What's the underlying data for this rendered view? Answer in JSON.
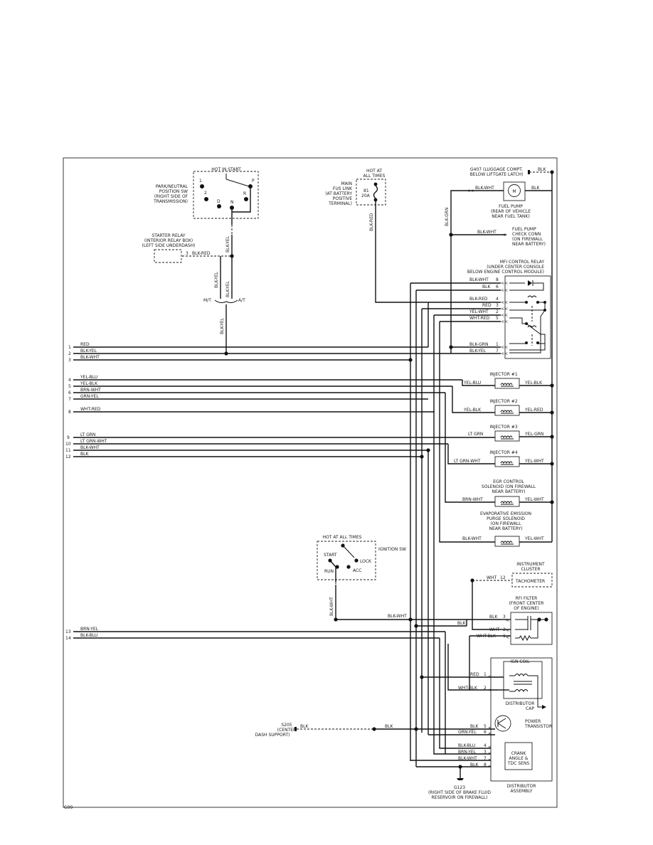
{
  "park_neutral": {
    "hot_label": "HOT IN START",
    "name": [
      "PARK/NEUTRAL",
      "POSITION SW",
      "(RIGHT SIDE OF",
      "TRANSMISSION)"
    ],
    "positions": [
      "P",
      "R",
      "N",
      "D",
      "2",
      "1"
    ]
  },
  "main_fuse": {
    "hot_label": [
      "HOT AT",
      "ALL TIMES"
    ],
    "name": [
      "MAIN",
      "FUS LINK",
      "(AT BATTERY",
      "POSITIVE",
      "TERMINAL)"
    ],
    "fuse_no": "81",
    "rating": "20A"
  },
  "ground_g407": [
    "G407 (LUGGAGE COMPT.",
    "BELOW LIFTGATE LATCH)"
  ],
  "fuel_pump": {
    "motor_symbol": "M",
    "name": [
      "FUEL PUMP",
      "(REAR OF VEHICLE",
      "NEAR FUEL TANK)"
    ]
  },
  "fuel_pump_check": [
    "FUEL PUMP",
    "CHECK CONN",
    "(ON FIREWALL",
    "NEAR BATTERY)"
  ],
  "starter_relay": {
    "name": [
      "STARTER RELAY",
      "(INTERIOR RELAY BOX)",
      "(LEFT SIDE UNDERDASH)"
    ],
    "pin": "3",
    "wire": "BLK-RED"
  },
  "trans": {
    "mt": "M/T",
    "at": "A/T"
  },
  "mfi_relay": {
    "name": [
      "MFI CONTROL RELAY",
      "(UNDER CENTER CONSOLE",
      "BELOW ENGINE CONTROL MODULE)"
    ],
    "pins": [
      {
        "wire": "BLK-WHT",
        "pin": "8"
      },
      {
        "wire": "BLK",
        "pin": "6"
      },
      {
        "wire": "BLK-RED",
        "pin": "4"
      },
      {
        "wire": "RED",
        "pin": "3"
      },
      {
        "wire": "YEL-WHT",
        "pin": "2"
      },
      {
        "wire": "WHT-RED",
        "pin": "5"
      },
      {
        "wire": "BLK-GRN",
        "pin": "1"
      },
      {
        "wire": "BLK-YEL",
        "pin": "7"
      }
    ]
  },
  "terminals": [
    {
      "n": "1",
      "wire": "RED"
    },
    {
      "n": "2",
      "wire": "BLK-YEL"
    },
    {
      "n": "3",
      "wire": "BLK-WHT"
    },
    {
      "n": "4",
      "wire": "YEL-BLU"
    },
    {
      "n": "5",
      "wire": "YEL-BLK"
    },
    {
      "n": "6",
      "wire": "BRN-WHT"
    },
    {
      "n": "7",
      "wire": "GRN-YEL"
    },
    {
      "n": "8",
      "wire": "WHT-RED"
    },
    {
      "n": "9",
      "wire": "LT GRN"
    },
    {
      "n": "10",
      "wire": "LT GRN-WHT"
    },
    {
      "n": "11",
      "wire": "BLK-WHT"
    },
    {
      "n": "12",
      "wire": "BLK"
    },
    {
      "n": "13",
      "wire": "BRN-YEL"
    },
    {
      "n": "14",
      "wire": "BLK-BLU"
    }
  ],
  "injectors": [
    {
      "name": [
        "INJECTOR #1"
      ],
      "left": "YEL-BLU",
      "right": "YEL-BLK"
    },
    {
      "name": [
        "INJECTOR #2"
      ],
      "left": "YEL-BLK",
      "right": "YEL-RED"
    },
    {
      "name": [
        "INJECTOR #3"
      ],
      "left": "LT GRN",
      "right": "YEL-GRN"
    },
    {
      "name": [
        "INJECTOR #4"
      ],
      "left": "LT GRN-WHT",
      "right": "YEL-WHT"
    },
    {
      "name": [
        "EGR CONTROL",
        "SOLENOID (ON FIREWALL",
        "NEAR BATTERY)"
      ],
      "left": "BRN-WHT",
      "right": "YEL-WHT"
    },
    {
      "name": [
        "EVAPORATIVE EMISSION",
        "PURGE SOLENOID",
        "(ON FIREWALL",
        "NEAR BATTERY)"
      ],
      "left": "BLK-WHT",
      "right": "YEL-WHT"
    }
  ],
  "ignition_sw": {
    "hot_label": "HOT AT ALL TIMES",
    "name": "IGNITION SW",
    "positions": [
      "START",
      "LOCK",
      "RUN",
      "ACC"
    ]
  },
  "instrument_cluster": {
    "name": [
      "INSTRUMENT",
      "CLUSTER"
    ],
    "wire": "WHT",
    "pin": "12",
    "device": "TACHOMETER"
  },
  "rfi_filter": {
    "name": [
      "RFI FILTER",
      "(FRONT CENTER",
      "OF ENGINE)"
    ],
    "pins": [
      {
        "wire": "BLK",
        "pin": "3"
      },
      {
        "wire": "WHT",
        "pin": "2"
      },
      {
        "wire": "WHT-BLK",
        "pin": "1"
      }
    ]
  },
  "ign_wires": {
    "blk_wht": "BLK-WHT",
    "blk": "BLK"
  },
  "distributor": {
    "ign_coil": "IGN COIL",
    "cap": [
      "DISTRIBUTOR",
      "CAP"
    ],
    "transistor": [
      "POWER",
      "TRANSISTOR"
    ],
    "sensor": [
      "CRANK",
      "ANGLE &",
      "TDC SENS"
    ],
    "name": [
      "DISTRIBUTOR",
      "ASSEMBLY"
    ],
    "pins": [
      {
        "wire": "RED",
        "pin": "1"
      },
      {
        "wire": "WHT-BLK",
        "pin": "2"
      },
      {
        "wire": "BLK",
        "pin": "5"
      },
      {
        "wire": "GRN-YEL",
        "pin": "6"
      },
      {
        "wire": "BLK-BLU",
        "pin": "4"
      },
      {
        "wire": "BRN-YEL",
        "pin": "3"
      },
      {
        "wire": "BLK-WHT",
        "pin": "7"
      },
      {
        "wire": "BLK",
        "pin": "8"
      }
    ]
  },
  "ground_s205": {
    "name": [
      "S205",
      "(CENTER",
      "DASH SUPPORT)"
    ],
    "wire": "BLK"
  },
  "ground_g123": [
    "G123",
    "(RIGHT SIDE OF BRAKE FLUID",
    "RESERVOIR ON FIREWALL)"
  ]
}
